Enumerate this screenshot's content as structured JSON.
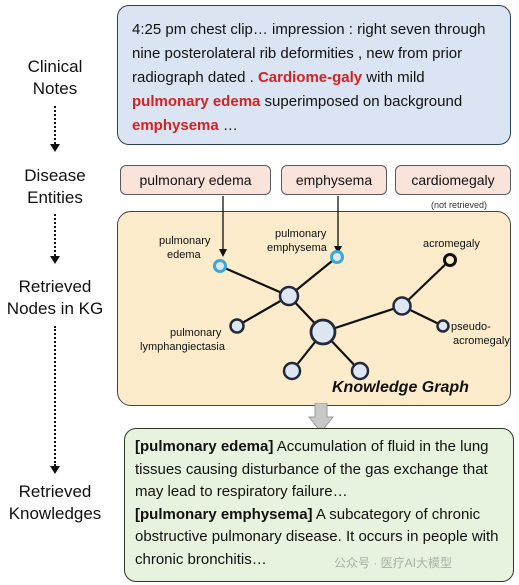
{
  "stages": {
    "clinical": [
      "Clinical",
      "Notes"
    ],
    "entities": [
      "Disease",
      "Entities"
    ],
    "retrieved_nodes": [
      "Retrieved",
      "Nodes in KG"
    ],
    "retrieved_knowledges": [
      "Retrieved",
      "Knowledges"
    ]
  },
  "notes": {
    "t1": "4:25 pm chest clip… impression : right seven through nine posterolateral rib deformities , new from prior radiograph dated . ",
    "h1": "Cardiome-galy",
    "t2": " with mild ",
    "h2": "pulmonary edema",
    "t3": " superimposed on background ",
    "h3": "emphysema",
    "t4": " …"
  },
  "entities": [
    "pulmonary edema",
    "emphysema",
    "cardiomegaly"
  ],
  "not_retrieved": "(not retrieved)",
  "kg": {
    "title": "Knowledge Graph",
    "labels": {
      "pulmonary_edema": [
        "pulmonary",
        "edema"
      ],
      "pulmonary_emphysema": [
        "pulmonary",
        "emphysema"
      ],
      "acromegaly": [
        "acromegaly"
      ],
      "pseudo_acromegaly": [
        "pseudo-",
        "acromegaly"
      ],
      "lymphangiectasia": [
        "pulmonary",
        "lymphangiectasia"
      ]
    }
  },
  "knowledge": {
    "k1_term": "[pulmonary edema]",
    "k1_text": " Accumulation of fluid in the lung tissues causing disturbance of the gas exchange that may lead to respiratory failure…",
    "k2_term": "[pulmonary emphysema]",
    "k2_text": " A subcategory of chronic obstructive pulmonary disease. It occurs in people with chronic bronchitis…"
  },
  "watermark": "公众号 · 医疗AI大模型",
  "colors": {
    "highlight": "#d32222",
    "retrieved_node": "#3aa7d8",
    "notes_bg": "#dbe4f3",
    "entity_bg": "#fae3db",
    "kg_bg": "#fdeccb",
    "knowledge_bg": "#e7f2df",
    "node_fill": "#dfe6f3",
    "node_stroke": "#1f2a3a"
  }
}
